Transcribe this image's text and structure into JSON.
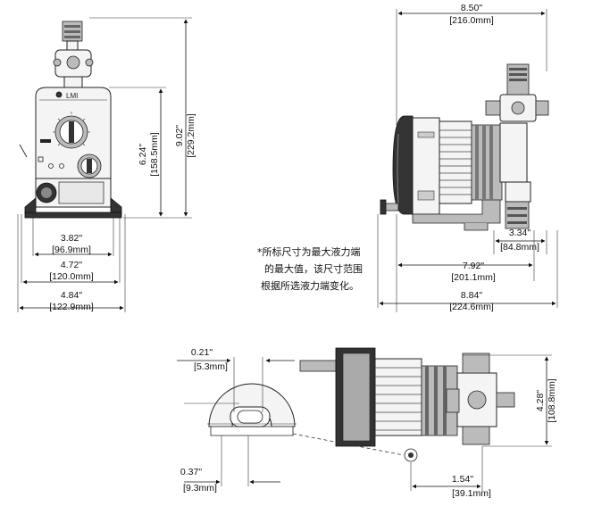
{
  "front_view": {
    "logo_text": "LMI",
    "height_outer": "9.02\"",
    "height_outer_mm": "[229.2mm]",
    "height_inner": "6.24\"",
    "height_inner_mm": "[158.5mm]",
    "width_1": "3.82\"",
    "width_1_mm": "[96.9mm]",
    "width_2": "4.72\"",
    "width_2_mm": "[120.0mm]",
    "width_3": "4.84\"",
    "width_3_mm": "[122.9mm]"
  },
  "side_view": {
    "top_width": "8.50\"",
    "top_width_mm": "[216.0mm]",
    "head_width": "3.34\"",
    "head_width_mm": "[84.8mm]",
    "width_792": "7.92\"",
    "width_792_mm": "[201.1mm]",
    "width_884": "8.84\"",
    "width_884_mm": "[224.6mm]"
  },
  "note": {
    "line1": "*所标尺寸为最大液力端",
    "line2": "的最大值，该尺寸范围",
    "line3": "根据所选液力端变化。"
  },
  "bottom_view": {
    "slot_width": "0.21\"",
    "slot_width_mm": "[5.3mm]",
    "slot_length": "0.37\"",
    "slot_length_mm": "[9.3mm]",
    "height_428": "4.28\"",
    "height_428_mm": "[108.8mm]",
    "offset_154": "1.54\"",
    "offset_154_mm": "[39.1mm]"
  }
}
